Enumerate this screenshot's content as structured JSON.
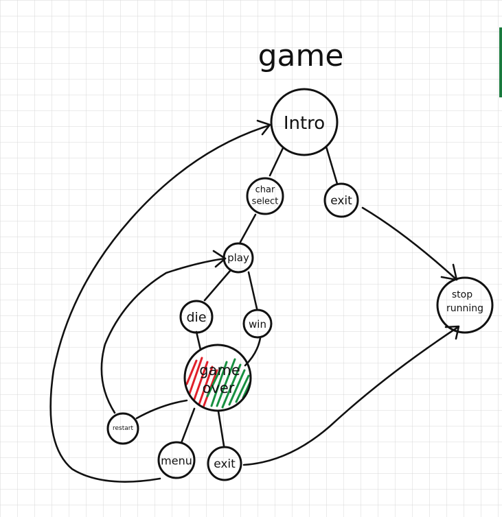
{
  "diagram": {
    "title": "game",
    "colors": {
      "ink": "#111111",
      "grid": "#d7d7d7",
      "paper": "#ffffff",
      "highlight_red": "#e0202a",
      "highlight_green": "#179040",
      "edge_accent": "#1a7a3e"
    },
    "nodes": [
      {
        "id": "intro",
        "label": "Intro"
      },
      {
        "id": "char_select",
        "label": "char select"
      },
      {
        "id": "exit_top",
        "label": "exit"
      },
      {
        "id": "play",
        "label": "play"
      },
      {
        "id": "die",
        "label": "die"
      },
      {
        "id": "win",
        "label": "win"
      },
      {
        "id": "game_over",
        "label": "game over"
      },
      {
        "id": "restart",
        "label": "restart"
      },
      {
        "id": "menu",
        "label": "menu"
      },
      {
        "id": "exit_bottom",
        "label": "exit"
      },
      {
        "id": "stop_running",
        "label": "stop running"
      }
    ],
    "edges": [
      {
        "from": "intro",
        "to": "char_select"
      },
      {
        "from": "intro",
        "to": "exit_top"
      },
      {
        "from": "char_select",
        "to": "play"
      },
      {
        "from": "play",
        "to": "die"
      },
      {
        "from": "play",
        "to": "win"
      },
      {
        "from": "die",
        "to": "game_over"
      },
      {
        "from": "win",
        "to": "game_over"
      },
      {
        "from": "game_over",
        "to": "restart"
      },
      {
        "from": "game_over",
        "to": "menu"
      },
      {
        "from": "game_over",
        "to": "exit_bottom"
      },
      {
        "from": "restart",
        "to": "play"
      },
      {
        "from": "menu",
        "to": "intro"
      },
      {
        "from": "exit_top",
        "to": "stop_running"
      },
      {
        "from": "exit_bottom",
        "to": "stop_running"
      }
    ]
  }
}
